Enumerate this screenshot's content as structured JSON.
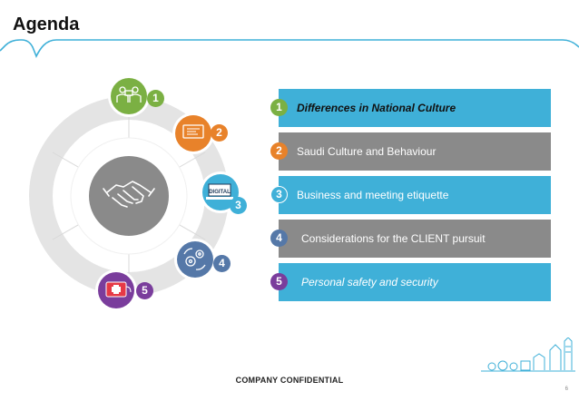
{
  "slide": {
    "title": "Agenda",
    "footer": "COMPANY CONFIDENTIAL",
    "page_number": "6"
  },
  "wheel": {
    "center_icon": "handshake-icon",
    "nodes": [
      {
        "number": "1",
        "icon": "people-icon",
        "color": "#7bb043"
      },
      {
        "number": "2",
        "icon": "flag-icon",
        "color": "#e8822a"
      },
      {
        "number": "3",
        "icon": "laptop-digital-icon",
        "color": "#3fb0d8"
      },
      {
        "number": "4",
        "icon": "gears-icon",
        "color": "#5578a8"
      },
      {
        "number": "5",
        "icon": "first-aid-kit-icon",
        "color": "#7a3d9c"
      }
    ]
  },
  "agenda": {
    "items": [
      {
        "number": "1",
        "label": "Differences in National Culture",
        "bullet_color": "#7bb043",
        "bar_color": "#3fb0d8"
      },
      {
        "number": "2",
        "label": "Saudi Culture and Behaviour",
        "bullet_color": "#e8822a",
        "bar_color": "#8a8a8a"
      },
      {
        "number": "3",
        "label": "Business and meeting etiquette",
        "bullet_color": "#3fb0d8",
        "bar_color": "#3fb0d8"
      },
      {
        "number": "4",
        "label": "Considerations for the CLIENT pursuit",
        "bullet_color": "#5578a8",
        "bar_color": "#8a8a8a"
      },
      {
        "number": "5",
        "label": "Personal safety and security",
        "bullet_color": "#7a3d9c",
        "bar_color": "#3fb0d8"
      }
    ]
  }
}
